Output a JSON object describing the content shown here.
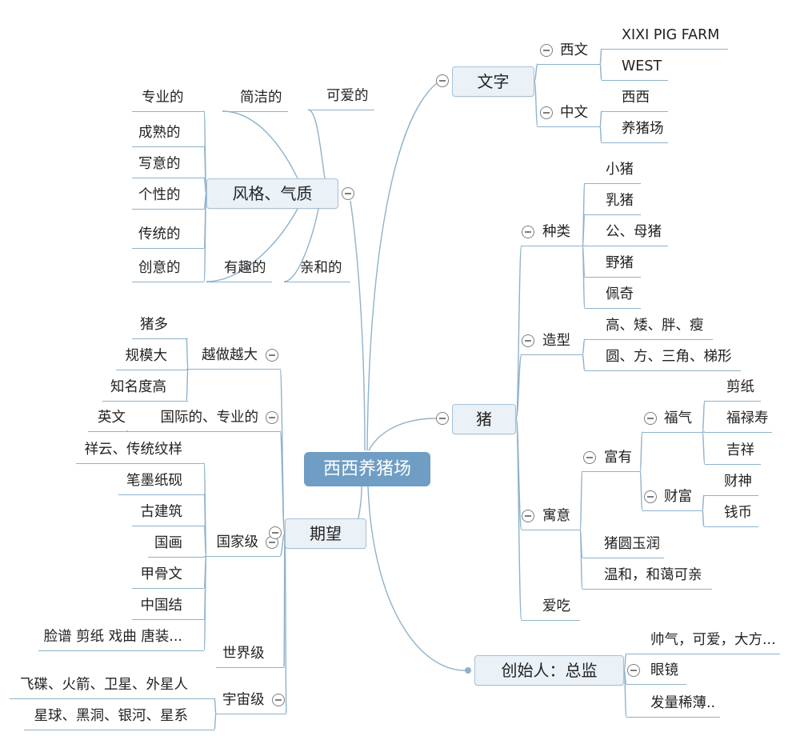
{
  "central_topic": "西西养猪场",
  "text_branch": {
    "label": "文字",
    "western": {
      "label": "西文",
      "items": [
        "XIXI PIG FARM",
        "WEST"
      ]
    },
    "chinese": {
      "label": "中文",
      "items": [
        "西西",
        "养猪场"
      ]
    }
  },
  "pig_branch": {
    "label": "猪",
    "kinds": {
      "label": "种类",
      "items": [
        "小猪",
        "乳猪",
        "公、母猪",
        "野猪",
        "佩奇"
      ]
    },
    "shapes": {
      "label": "造型",
      "items": [
        "高、矮、胖、瘦",
        "圆、方、三角、梯形"
      ]
    },
    "meaning": {
      "label": "寓意",
      "rich": {
        "label": "富有",
        "fortune": {
          "label": "福气",
          "items": [
            "剪纸",
            "福禄寿",
            "吉祥"
          ]
        },
        "wealth": {
          "label": "财富",
          "items": [
            "财神",
            "钱币"
          ]
        }
      },
      "items": [
        "猪圆玉润",
        "温和，和蔼可亲"
      ]
    },
    "loves_eating": "爱吃"
  },
  "founder_branch": {
    "label": "创始人：总监",
    "traits": "帅气，可爱，大方...",
    "glasses": "眼镜",
    "hair": "发量稀薄.."
  },
  "hope_branch": {
    "label": "期望",
    "grow": {
      "label": "越做越大",
      "items": [
        "猪多",
        "规模大",
        "知名度高"
      ]
    },
    "international": {
      "label": "国际的、专业的",
      "items": [
        "英文"
      ]
    },
    "national": {
      "label": "国家级",
      "items": [
        "祥云、传统纹样",
        "笔墨纸砚",
        "古建筑",
        "国画",
        "甲骨文",
        "中国结",
        "脸谱 剪纸 戏曲 唐装..."
      ]
    },
    "world": "世界级",
    "universe": {
      "label": "宇宙级",
      "items": [
        "飞碟、火箭、卫星、外星人",
        "星球、黑洞、银河、星系"
      ]
    }
  },
  "style_branch": {
    "label": "风格、气质",
    "items": [
      "专业的",
      "成熟的",
      "写意的",
      "个性的",
      "传统的",
      "创意的",
      "简洁的",
      "可爱的",
      "有趣的",
      "亲和的"
    ]
  },
  "icons": {
    "collapse": "minus-circle-icon",
    "link": "dot-icon"
  },
  "colors": {
    "central_fill": "#6f9dc3",
    "central_text": "#ffffff",
    "topic_fill": "#eaf1f7",
    "topic_border": "#a8c1d5",
    "line": "#8fb2ca",
    "text": "#222222",
    "collapse_border": "#7d7d7d"
  }
}
